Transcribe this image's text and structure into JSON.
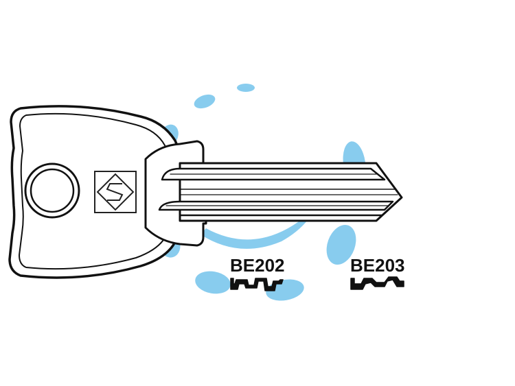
{
  "profiles": [
    {
      "code": "BE202"
    },
    {
      "code": "BE203"
    }
  ],
  "colors": {
    "outline": "#111111",
    "watermark": "#74c4ec",
    "background": "#ffffff"
  },
  "icons": {
    "logo": "diamond-s-brand-logo-icon",
    "watermark": "blue-swirl-watermark"
  }
}
